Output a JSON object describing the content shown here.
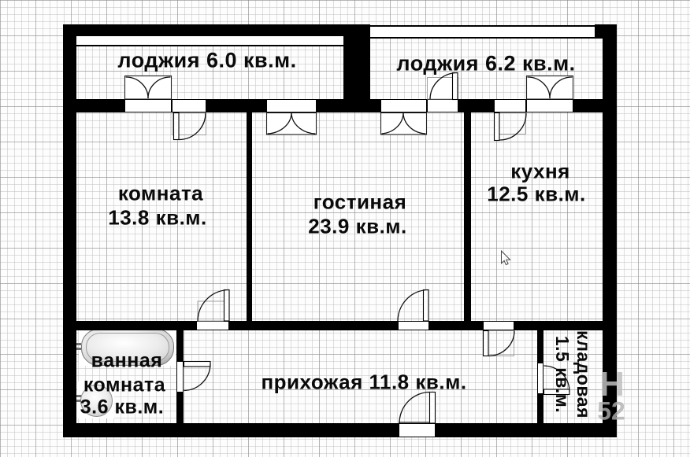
{
  "rooms": {
    "loggia1": {
      "label": "лоджия 6.0 кв.м."
    },
    "loggia2": {
      "label": "лоджия 6.2 кв.м."
    },
    "komnata": {
      "name": "комната",
      "area": "13.8 кв.м."
    },
    "gostinaya": {
      "name": "гостиная",
      "area": "23.9 кв.м."
    },
    "kuhnya": {
      "name": "кухня",
      "area": "12.5 кв.м."
    },
    "vannaya": {
      "name_line1": "ванная",
      "name_line2": "комната",
      "area": "3.6 кв.м."
    },
    "prihozhaya": {
      "label": "прихожая 11.8 кв.м."
    },
    "kladovaya": {
      "name": "кладовая",
      "area": "1.5 кв.м."
    }
  },
  "watermark": {
    "line1": "Н",
    "line2": "52"
  },
  "colors": {
    "wall": "#000000",
    "grid_minor": "#bdbdbd",
    "grid_major": "#8c8c8c",
    "paper": "#fdfdfd"
  }
}
